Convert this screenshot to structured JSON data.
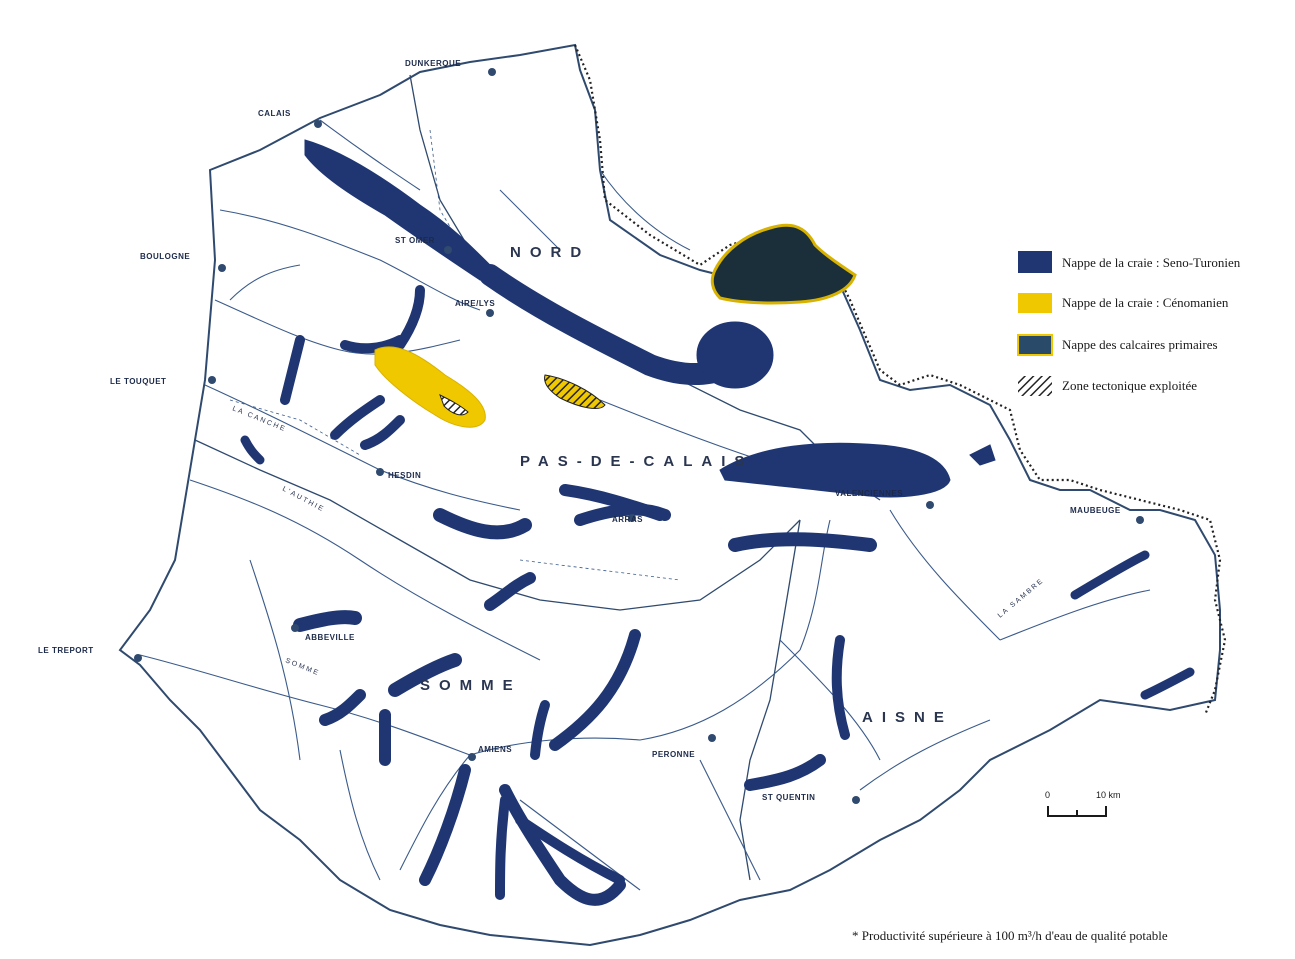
{
  "cities": [
    {
      "name": "DUNKERQUE"
    },
    {
      "name": "CALAIS"
    },
    {
      "name": "BOULOGNE"
    },
    {
      "name": "ST OMER"
    },
    {
      "name": "AIRE/LYS"
    },
    {
      "name": "LE TOUQUET"
    },
    {
      "name": "HESDIN"
    },
    {
      "name": "ARRAS"
    },
    {
      "name": "VALENCIENNES"
    },
    {
      "name": "MAUBEUGE"
    },
    {
      "name": "LE TREPORT"
    },
    {
      "name": "ABBEVILLE"
    },
    {
      "name": "AMIENS"
    },
    {
      "name": "PERONNE"
    },
    {
      "name": "ST QUENTIN"
    }
  ],
  "regions": {
    "nord": "NORD",
    "pas_de_calais": "PAS-DE-CALAIS",
    "somme": "SOMME",
    "aisne": "AISNE"
  },
  "rivers": {
    "canche": "LA CANCHE",
    "authie": "L'AUTHIE",
    "somme": "SOMME",
    "sambre": "LA SAMBRE"
  },
  "legend": [
    {
      "label": "Nappe de la craie : Seno-Turonien",
      "color": "#1f3673"
    },
    {
      "label": "Nappe de la craie : Cénomanien",
      "color": "#f0c800"
    },
    {
      "label": "Nappe des calcaires primaires",
      "color": "#1a2f3a"
    },
    {
      "label": "Zone tectonique exploitée",
      "color": "#222222"
    }
  ],
  "scale": {
    "start": "0",
    "end": "10 km"
  },
  "footnote": "* Productivité supérieure à 100 m³/h d'eau de qualité potable"
}
